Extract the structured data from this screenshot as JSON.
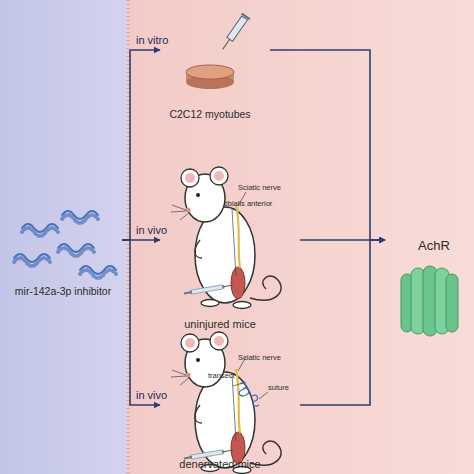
{
  "diagram": {
    "nodes": [
      {
        "text": [
          "mir-142a-3p inhibitor"
        ]
      },
      {
        "text": [
          "C2C12 myotubes"
        ]
      },
      {
        "text": [
          "Sciatic nerve",
          "tibialis anterior",
          "uninjured mice"
        ]
      },
      {
        "text": [
          "Sciatic nerve",
          "transect",
          "suture",
          "denervated mice"
        ]
      },
      {
        "text": [
          "AchR"
        ]
      }
    ],
    "edges": [
      {
        "from": 0,
        "to": 1,
        "label": "in vitro",
        "arrow": "to"
      },
      {
        "from": 0,
        "to": 2,
        "label": "in vivo",
        "arrow": "to"
      },
      {
        "from": 0,
        "to": 3,
        "label": "in vivo",
        "arrow": "to"
      },
      {
        "from": 1,
        "to": 4,
        "arrow": "to"
      },
      {
        "from": 2,
        "to": 4,
        "arrow": "to"
      },
      {
        "from": 3,
        "to": 4,
        "arrow": "to"
      }
    ]
  }
}
